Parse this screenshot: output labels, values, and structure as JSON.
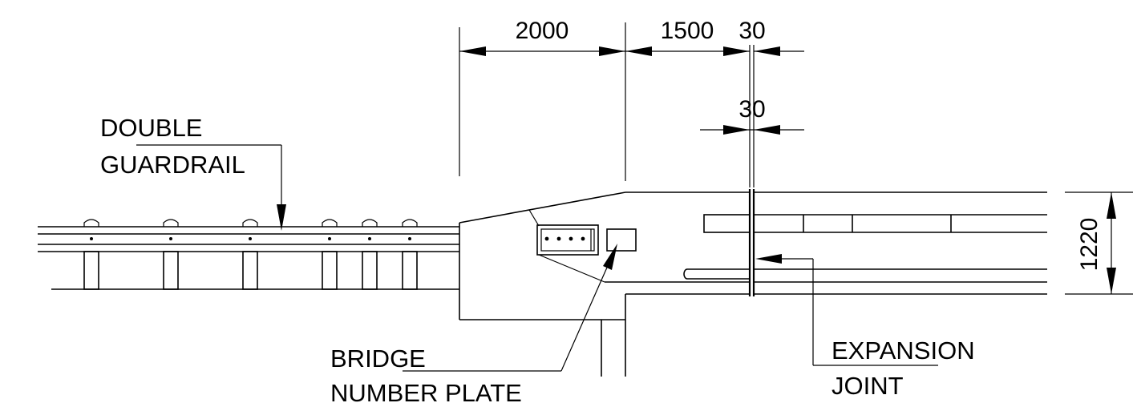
{
  "dimensions": {
    "d1": "2000",
    "d2": "1500",
    "d3": "30",
    "d4": "30",
    "d5": "1220"
  },
  "labels": {
    "guardrail_line1": "DOUBLE",
    "guardrail_line2": "GUARDRAIL",
    "plate_line1": "BRIDGE",
    "plate_line2": "NUMBER PLATE",
    "joint_line1": "EXPANSION",
    "joint_line2": "JOINT"
  }
}
